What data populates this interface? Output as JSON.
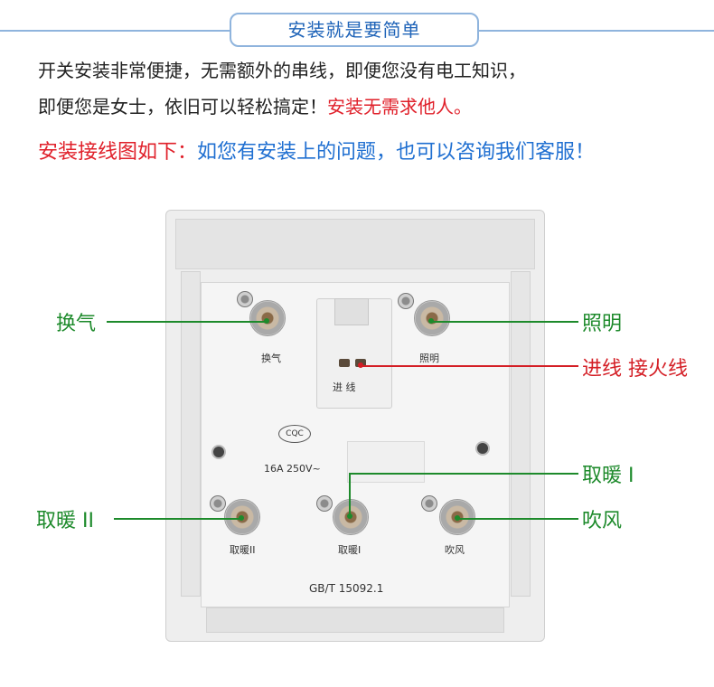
{
  "header": {
    "title": "安装就是要简单"
  },
  "intro": {
    "line1": "开关安装非常便捷，无需额外的串线，即便您没有电工知识，",
    "line2_black": "即便您是女士，依旧可以轻松搞定！",
    "line2_red": "安装无需求他人。"
  },
  "wiring": {
    "red_part": "安装接线图如下：",
    "blue_part": "如您有安装上的问题，也可以咨询我们客服！"
  },
  "plate": {
    "labels": {
      "ventilation": "换气",
      "lighting": "照明",
      "input": "进 线",
      "warm2": "取暖II",
      "warm1": "取暖I",
      "blow": "吹风"
    },
    "cert": "CQC",
    "rating": "16A 250V~",
    "standard": "GB/T 15092.1"
  },
  "callouts": {
    "ventilation": "换气",
    "lighting": "照明",
    "input_live": "进线 接火线",
    "warm1": "取暖 I",
    "warm2": "取暖 II",
    "blow": "吹风"
  },
  "colors": {
    "green": "#1d8a2b",
    "red": "#d41e25",
    "blue": "#1f6fd1",
    "header_border": "#8fb4dd"
  }
}
